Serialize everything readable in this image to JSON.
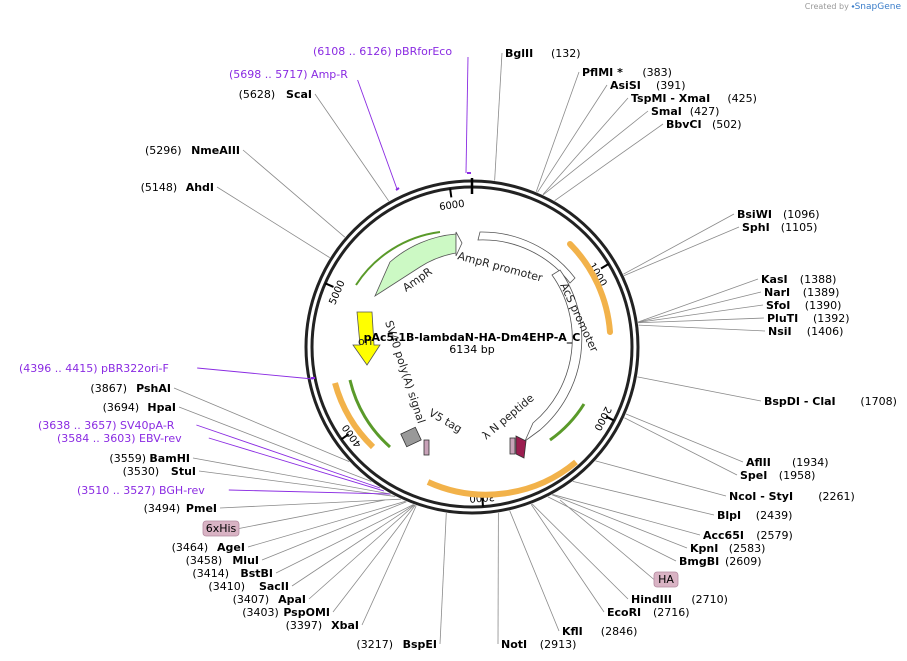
{
  "brand": {
    "prefix": "Created by",
    "name": "SnapGene"
  },
  "plasmid": {
    "name": "pAc5.1B-lambdaN-HA-Dm4EHP-A_C",
    "length_label": "6134 bp",
    "length": 6134
  },
  "ticks": [
    "1000",
    "2000",
    "3000",
    "4000",
    "5000",
    "6000"
  ],
  "features": [
    {
      "label": "AmpR",
      "color": "#ccf9c4"
    },
    {
      "label": "AmpR promoter",
      "color": "#ffffff"
    },
    {
      "label": "AcS promoter",
      "color": "#ffffff"
    },
    {
      "label": "SV40 poly(A) signal",
      "color": "#ffff00"
    },
    {
      "label": "V5 tag",
      "color": "#999999"
    },
    {
      "label": "λ N peptide",
      "color": "#9b1d4f"
    },
    {
      "label": "ori",
      "color": "#ffcc66"
    }
  ],
  "sites": [
    {
      "name": "BglII",
      "pos": "(132)"
    },
    {
      "name": "PflMI *",
      "pos": "(383)"
    },
    {
      "name": "AsiSI",
      "pos": "(391)"
    },
    {
      "name": "TspMI - XmaI",
      "pos": "(425)"
    },
    {
      "name": "SmaI",
      "pos": "(427)"
    },
    {
      "name": "BbvCI",
      "pos": "(502)"
    },
    {
      "name": "BsiWI",
      "pos": "(1096)"
    },
    {
      "name": "SphI",
      "pos": "(1105)"
    },
    {
      "name": "KasI",
      "pos": "(1388)"
    },
    {
      "name": "NarI",
      "pos": "(1389)"
    },
    {
      "name": "SfoI",
      "pos": "(1390)"
    },
    {
      "name": "PluTI",
      "pos": "(1392)"
    },
    {
      "name": "NsiI",
      "pos": "(1406)"
    },
    {
      "name": "BspDI - ClaI",
      "pos": "(1708)"
    },
    {
      "name": "AflII",
      "pos": "(1934)"
    },
    {
      "name": "SpeI",
      "pos": "(1958)"
    },
    {
      "name": "NcoI - StyI",
      "pos": "(2261)"
    },
    {
      "name": "BlpI",
      "pos": "(2439)"
    },
    {
      "name": "Acc65I",
      "pos": "(2579)"
    },
    {
      "name": "KpnI",
      "pos": "(2583)"
    },
    {
      "name": "BmgBI",
      "pos": "(2609)"
    },
    {
      "name": "HindIII",
      "pos": "(2710)"
    },
    {
      "name": "EcoRI",
      "pos": "(2716)"
    },
    {
      "name": "KflI",
      "pos": "(2846)"
    },
    {
      "name": "NotI",
      "pos": "(2913)"
    },
    {
      "name": "BspEI",
      "pos": "(3217)"
    },
    {
      "name": "XbaI",
      "pos": "(3397)"
    },
    {
      "name": "PspOMI",
      "pos": "(3403)"
    },
    {
      "name": "ApaI",
      "pos": "(3407)"
    },
    {
      "name": "SacII",
      "pos": "(3410)"
    },
    {
      "name": "BstBI",
      "pos": "(3414)"
    },
    {
      "name": "MluI",
      "pos": "(3458)"
    },
    {
      "name": "AgeI",
      "pos": "(3464)"
    },
    {
      "name": "PmeI",
      "pos": "(3494)"
    },
    {
      "name": "StuI",
      "pos": "(3530)"
    },
    {
      "name": "BamHI",
      "pos": "(3559)"
    },
    {
      "name": "HpaI",
      "pos": "(3694)"
    },
    {
      "name": "PshAI",
      "pos": "(3867)"
    },
    {
      "name": "AhdI",
      "pos": "(5148)"
    },
    {
      "name": "NmeAIII",
      "pos": "(5296)"
    },
    {
      "name": "ScaI",
      "pos": "(5628)"
    }
  ],
  "primers": [
    {
      "range": "(6108 .. 6126)",
      "name": "pBRforEco"
    },
    {
      "range": "(5698 .. 5717)",
      "name": "Amp-R"
    },
    {
      "range": "(4396 .. 4415)",
      "name": "pBR322ori-F"
    },
    {
      "range": "(3638 .. 3657)",
      "name": "SV40pA-R"
    },
    {
      "range": "(3584 .. 3603)",
      "name": "EBV-rev"
    },
    {
      "range": "(3510 .. 3527)",
      "name": "BGH-rev"
    }
  ],
  "tags": [
    {
      "label": "6xHis",
      "color": "#d9b3c4"
    },
    {
      "label": "HA",
      "color": "#d9b3c4"
    }
  ]
}
